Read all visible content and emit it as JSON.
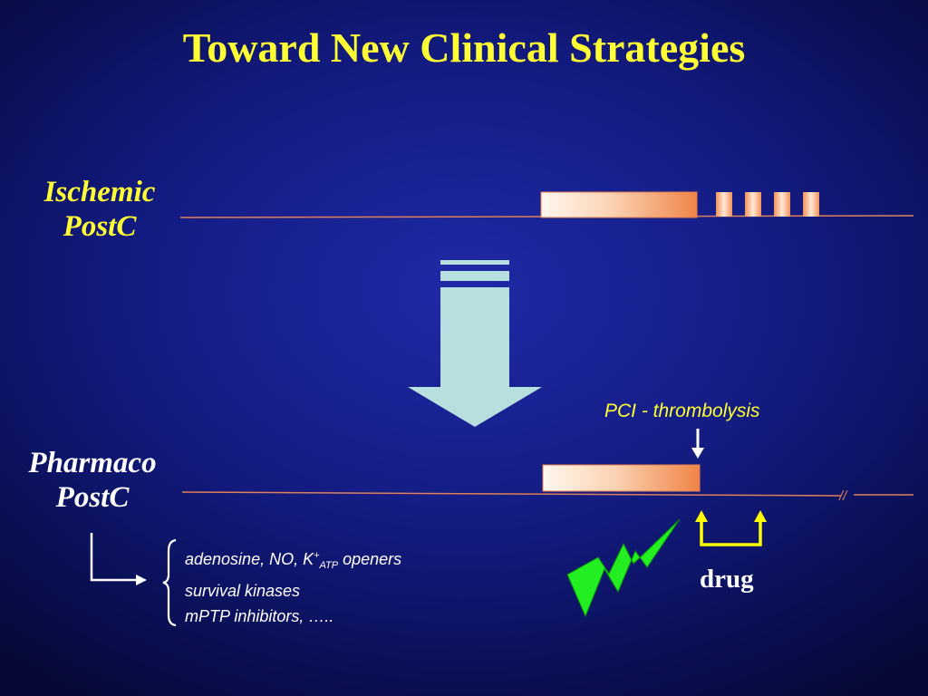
{
  "slide": {
    "title": "Toward New Clinical Strategies",
    "ischemic_label": [
      "Ischemic",
      "PostC"
    ],
    "pharmaco_label": [
      "Pharmaco",
      "PostC"
    ],
    "pci_label": "PCI - thrombolysis",
    "drug_label": "drug",
    "break_mark": "//",
    "mechanisms": {
      "line1_pre": "adenosine, NO, K",
      "line1_sup": "+",
      "line1_sub": "ATP",
      "line1_post": " openers",
      "line2": "survival kinases",
      "line3": "mPTP inhibitors, ….."
    }
  },
  "colors": {
    "title": "#ffff33",
    "ischemic_label": "#ffff33",
    "pharmaco_label": "#ffffff",
    "timeline": "#e0805a",
    "block_fill_light": "#fff4ea",
    "block_fill_dark": "#f08a4e",
    "big_arrow": "#b8dfe0",
    "drug_markers": "#ffff00",
    "lightning": "#22ee22"
  },
  "icons": {
    "down_arrow": "big-down-arrow-icon",
    "lightning": "lightning-bolt-icon"
  }
}
